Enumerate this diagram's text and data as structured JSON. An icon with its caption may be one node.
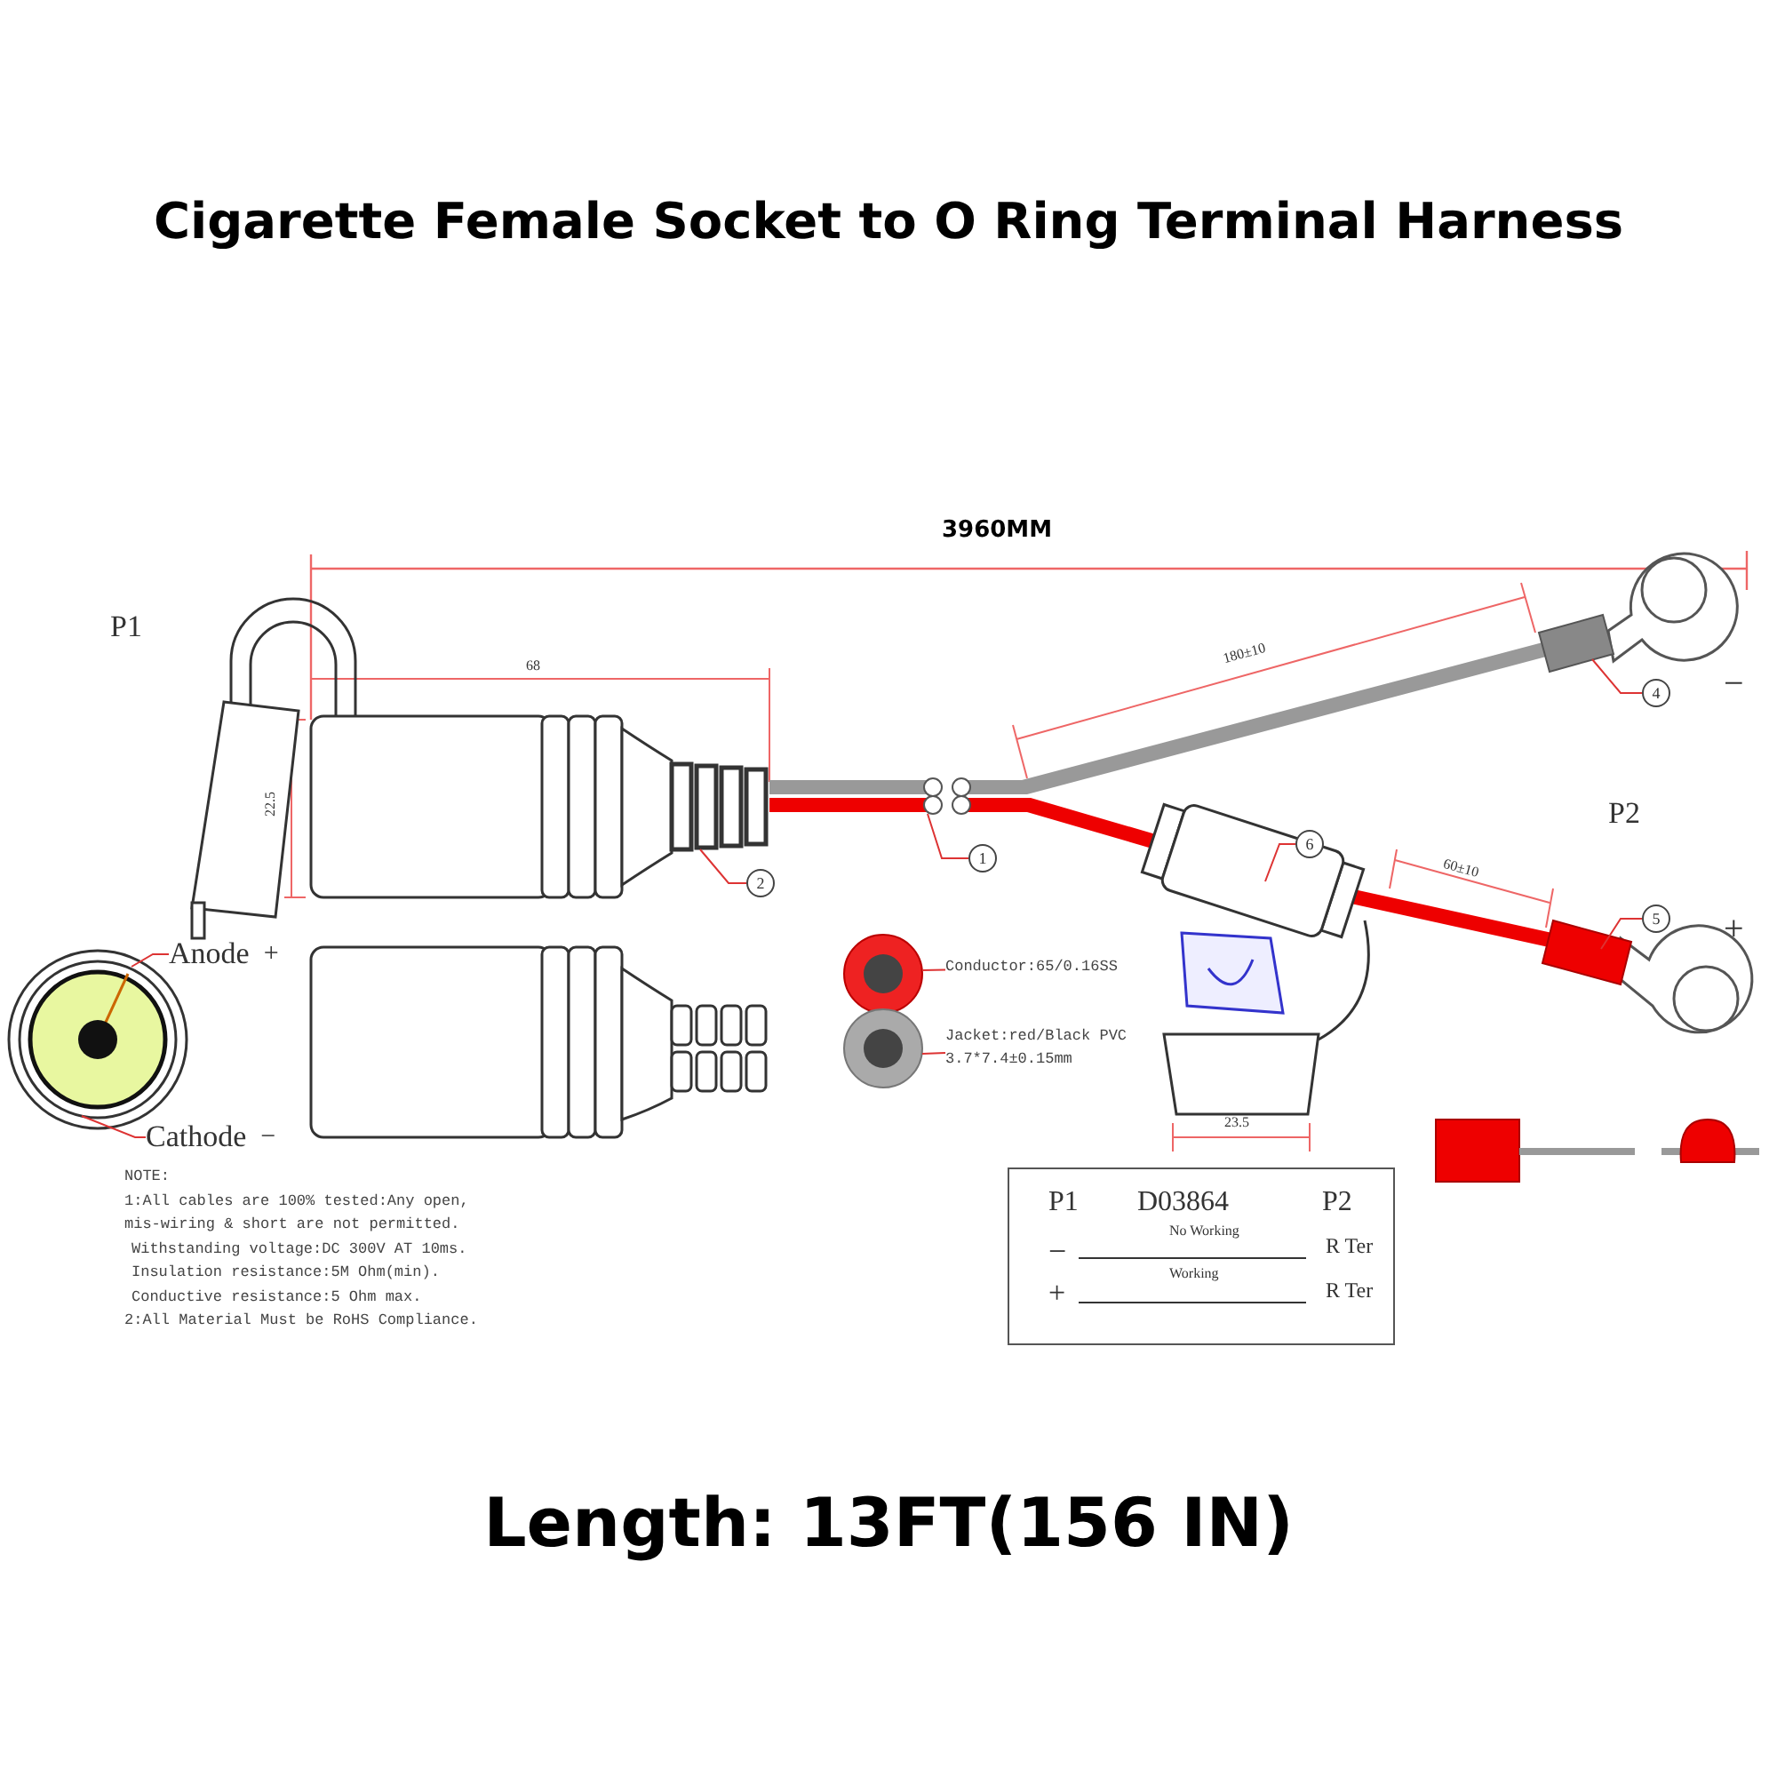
{
  "diagram": {
    "title": "Cigarette Female Socket to O Ring Terminal Harness",
    "caption": "Length: 13FT(156 IN)",
    "nodes": [
      {
        "text": [
          "Anode",
          "+"
        ]
      },
      {
        "text": [
          "Cathode",
          "−"
        ]
      },
      {
        "text": [
          "2"
        ]
      },
      {
        "text": [
          "1"
        ]
      },
      {
        "text": [
          "6"
        ]
      },
      {
        "text": [
          "4"
        ]
      },
      {
        "text": [
          "5"
        ]
      },
      {
        "text": [
          "Conductor:65/0.16SS"
        ]
      },
      {
        "text": [
          "Jacket:red/Black PVC 3.7*7.4±0.15mm"
        ]
      },
      {
        "text": [
          "P1",
          "D03864",
          "P2",
          "−",
          "No Working",
          "R Ter",
          "+",
          "Working",
          "R Ter"
        ]
      }
    ],
    "edges": [
      {
        "from": 2,
        "to": null,
        "arrow": "none"
      },
      {
        "from": 3,
        "to": null,
        "arrow": "none"
      },
      {
        "from": 4,
        "to": null,
        "arrow": "none"
      },
      {
        "from": 5,
        "to": null,
        "arrow": "none"
      },
      {
        "from": 6,
        "to": null,
        "arrow": "none"
      },
      {
        "from": 7,
        "to": null,
        "arrow": "none"
      },
      {
        "from": 8,
        "to": null,
        "arrow": "none"
      },
      {
        "from": 0,
        "to": null,
        "arrow": "none"
      },
      {
        "from": 1,
        "to": null,
        "arrow": "none"
      }
    ],
    "labels": [
      "3960MM",
      "P1",
      "68",
      "180±10",
      "−",
      "22.5",
      "P2",
      "60±10",
      "+",
      "23.5",
      "NOTE:",
      "1:All cables are 100% tested:Any open, mis-wiring & short are not permitted.",
      "Withstanding voltage:DC 300V AT 10ms.",
      "Insulation resistance:5M Ohm(min).",
      "Conductive resistance:5 Ohm max.",
      "2:All Material Must be RoHS Compliance."
    ]
  }
}
